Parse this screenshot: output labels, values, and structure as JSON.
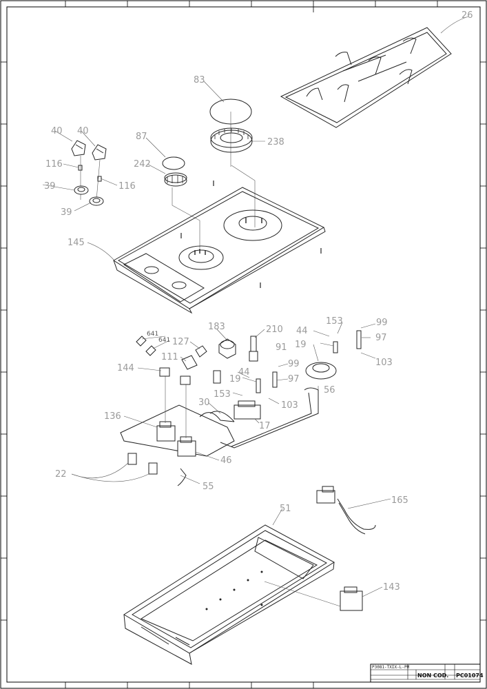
{
  "drawing": {
    "labels": {
      "l26": "26",
      "l83": "83",
      "l238": "238",
      "l87": "87",
      "l242": "242",
      "l40a": "40",
      "l40b": "40",
      "l116a": "116",
      "l116b": "116",
      "l39a": "39",
      "l39b": "39",
      "l145": "145",
      "l183": "183",
      "l210": "210",
      "l44a": "44",
      "l153a": "153",
      "l99a": "99",
      "l641a": "641",
      "l641b": "641",
      "l127": "127",
      "l111": "111",
      "l19a": "19",
      "l97a": "97",
      "l91": "91",
      "l103a": "103",
      "l144": "144",
      "l44b": "44",
      "l19b": "19",
      "l99b": "99",
      "l97b": "97",
      "l56": "56",
      "l153b": "153",
      "l30": "30",
      "l103b": "103",
      "l17": "17",
      "l136": "136",
      "l46": "46",
      "l22": "22",
      "l55": "55",
      "l165": "165",
      "l51": "51",
      "l143": "143"
    },
    "title_block": {
      "code": "P3081-TXIX-L-PM",
      "non_cod": "NON COD.",
      "pcode": "PC01074"
    }
  }
}
